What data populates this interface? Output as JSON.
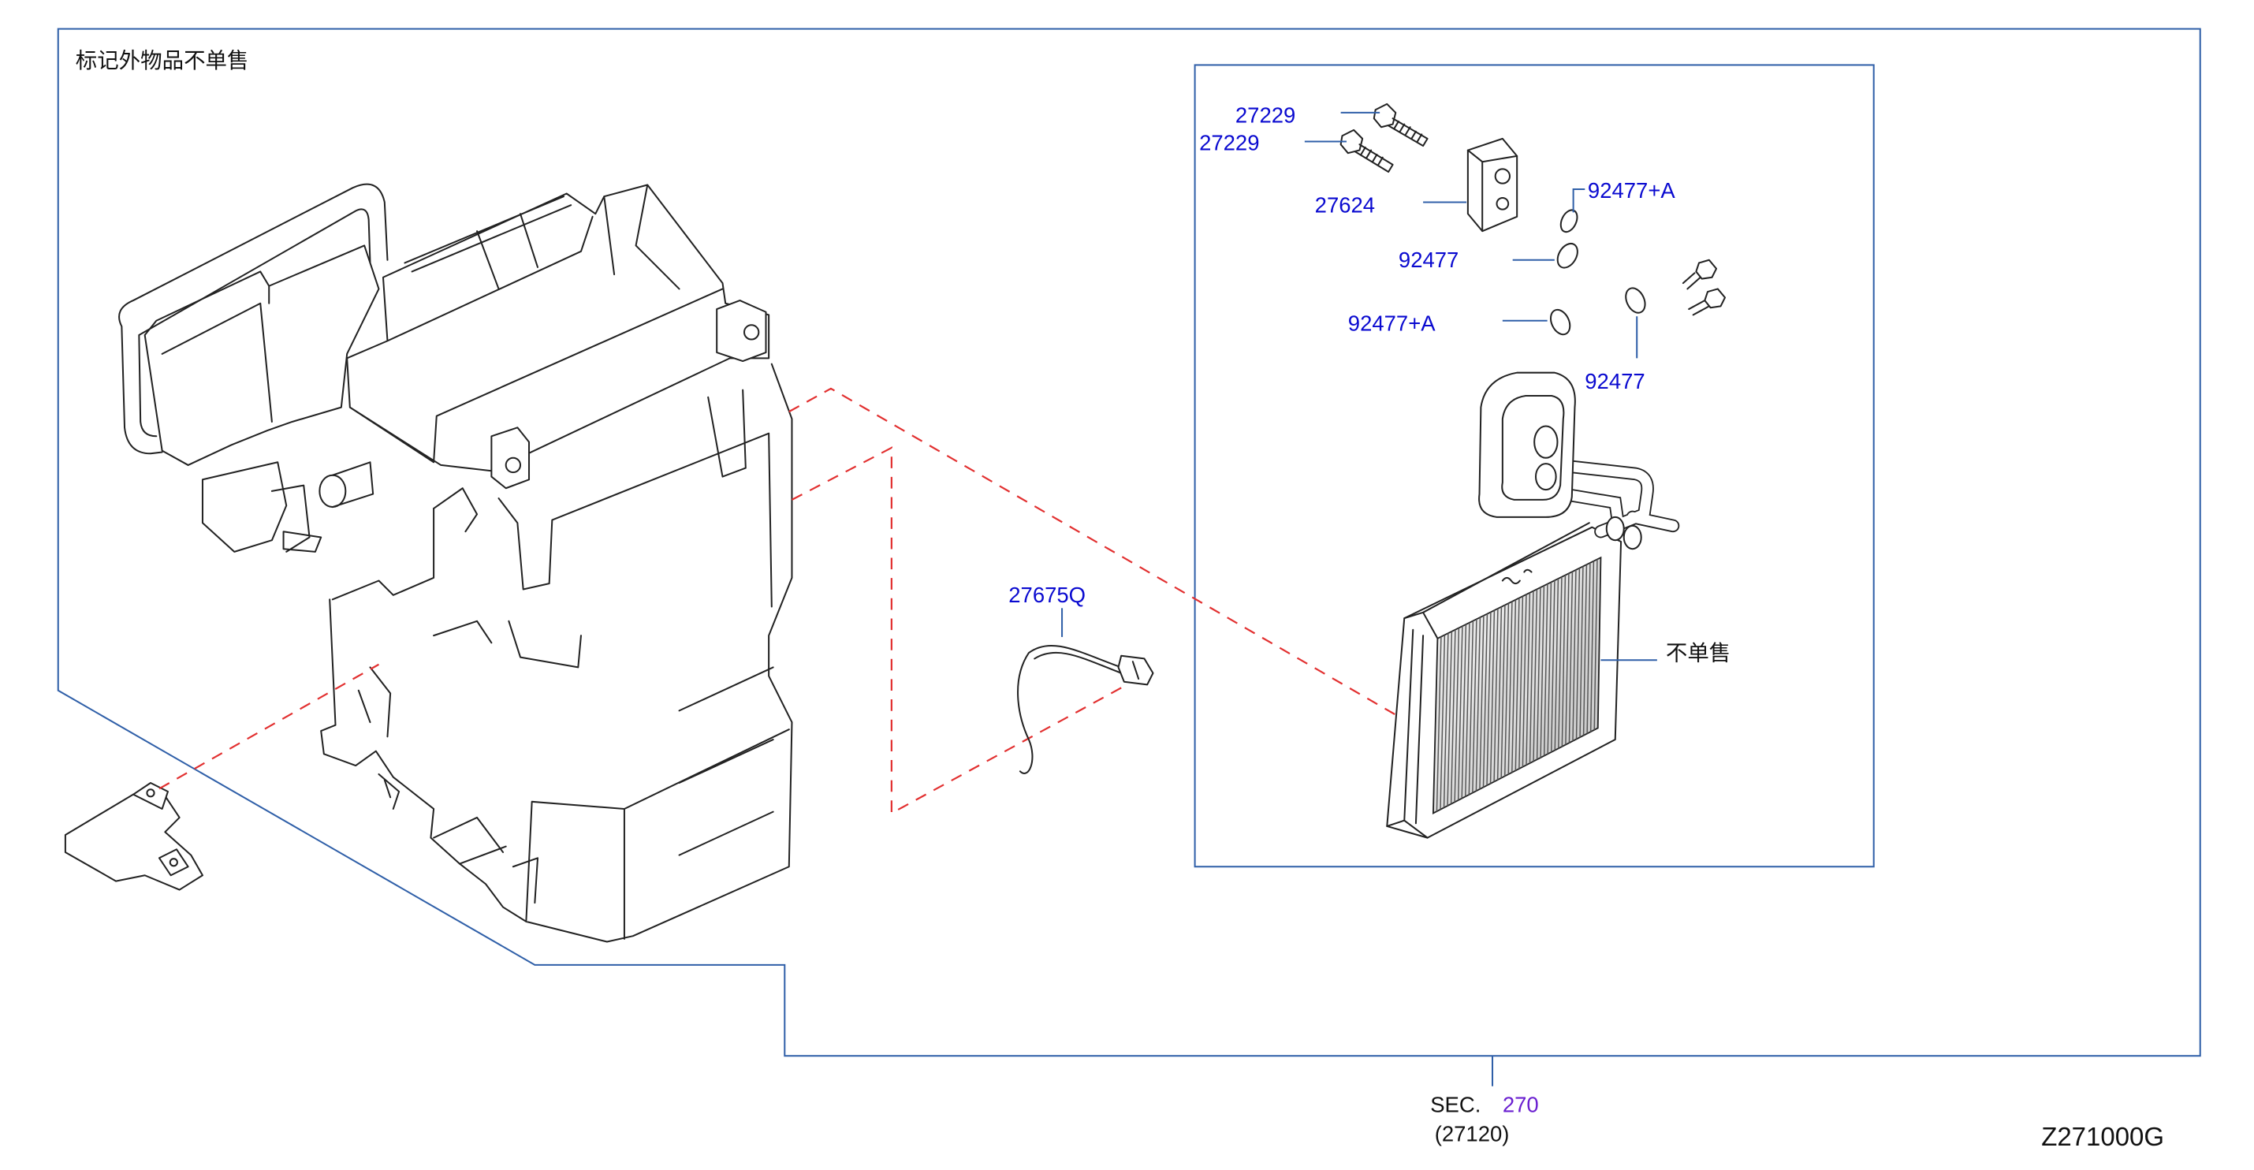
{
  "diagram": {
    "note_top_left": "标记外物品不单售",
    "callouts": [
      {
        "label": "27229"
      },
      {
        "label": "27229"
      },
      {
        "label": "27624"
      },
      {
        "label": "92477+A"
      },
      {
        "label": "92477"
      },
      {
        "label": "92477+A"
      },
      {
        "label": "92477"
      }
    ],
    "not_sold_separately": "不单售",
    "sensor_label": "27675Q",
    "section_ref": {
      "prefix": "SEC.",
      "number": "270",
      "sub": "(27120)"
    },
    "figure_id": "Z271000G"
  },
  "colors": {
    "frame": "#2f5fa8",
    "callout": "#0a0ad0",
    "sec_number": "#6a1fd0",
    "dashed": "#e23030",
    "ink": "#222222"
  }
}
